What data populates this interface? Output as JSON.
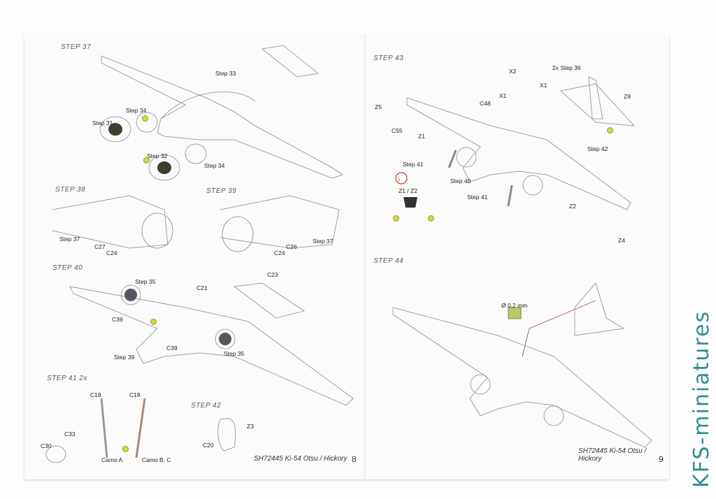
{
  "left_page": {
    "steps": [
      {
        "label": "STEP 37"
      },
      {
        "label": "STEP 38"
      },
      {
        "label": "STEP 39"
      },
      {
        "label": "STEP 40"
      },
      {
        "label": "STEP 41 2x"
      },
      {
        "label": "STEP 42"
      }
    ],
    "callouts": [
      "Step 33",
      "Step 34",
      "Step 31",
      "Step 32",
      "Step 34",
      "Step 37",
      "C27",
      "C24",
      "C24",
      "C26",
      "Step 37",
      "Step 35",
      "C21",
      "C23",
      "C39",
      "C39",
      "Step 39",
      "Step 35",
      "C18",
      "C18",
      "C33",
      "C30",
      "Camo A",
      "Camo B, C",
      "Z3",
      "C20"
    ],
    "footer": "SH72445 Ki-54 Otsu / Hickory",
    "page_number": "8"
  },
  "right_page": {
    "steps": [
      {
        "label": "STEP 43"
      },
      {
        "label": "STEP 44"
      }
    ],
    "callouts": [
      "X2",
      "2x Step 36",
      "X1",
      "X1",
      "Z8",
      "Z5",
      "C48",
      "C55",
      "Z1",
      "Step 42",
      "Step 41",
      "Step 40",
      "Step 41",
      "Z2",
      "Z4",
      "Z1 / Z2",
      "Ø 0.2 mm"
    ],
    "info_icon": "i",
    "footer": "SH72445 Ki-54 Otsu / Hickory",
    "page_number": "9"
  },
  "watermark": "KFS-miniatures"
}
